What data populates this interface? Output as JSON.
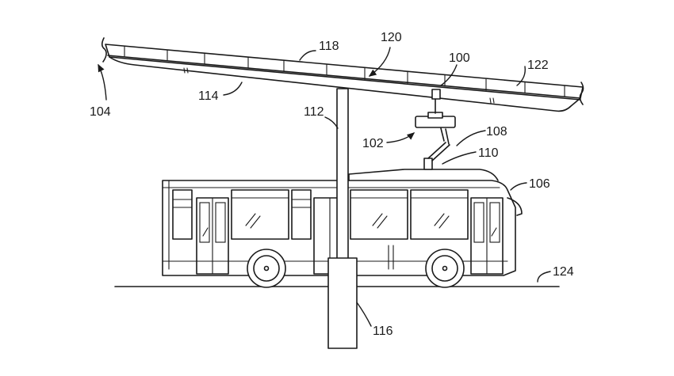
{
  "figure": {
    "labels": {
      "ref_100": "100",
      "ref_102": "102",
      "ref_104": "104",
      "ref_106": "106",
      "ref_108": "108",
      "ref_110": "110",
      "ref_112": "112",
      "ref_114": "114",
      "ref_116": "116",
      "ref_118": "118",
      "ref_120": "120",
      "ref_122": "122",
      "ref_124": "124"
    }
  }
}
